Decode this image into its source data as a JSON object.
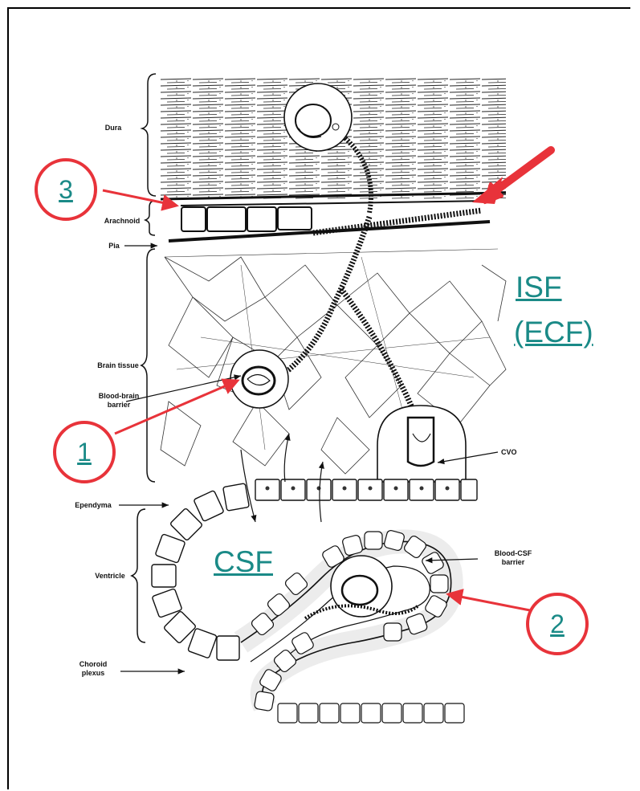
{
  "labels": {
    "dura": "Dura",
    "arachnoid": "Arachnoid",
    "pia": "Pia",
    "brain_tissue": "Brain tissue",
    "bbb_line1": "Blood-brain",
    "bbb_line2": "barrier",
    "cvo": "CVO",
    "ependyma": "Ependyma",
    "ventricle": "Ventricle",
    "choroid_line1": "Choroid",
    "choroid_line2": "plexus",
    "bcsf_line1": "Blood-CSF",
    "bcsf_line2": "barrier"
  },
  "overlay": {
    "isf_line1": "ISF",
    "isf_line2": "(ECF)",
    "csf": "CSF"
  },
  "markers": {
    "one": "1",
    "two": "2",
    "three": "3"
  },
  "colors": {
    "marker_red": "#e8333a",
    "link_teal": "#1a8a87",
    "ink": "#111111"
  }
}
